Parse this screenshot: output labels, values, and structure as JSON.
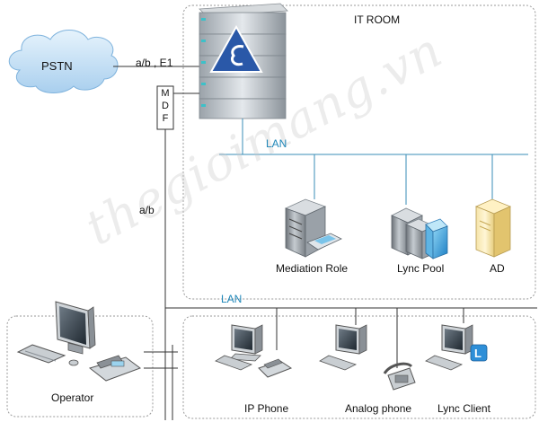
{
  "zones": {
    "it_room": {
      "title": "IT ROOM"
    }
  },
  "links": {
    "trunk_label": "a/b , E1",
    "analog_label": "a/b",
    "lan_top": "LAN",
    "lan_bottom": "LAN"
  },
  "nodes": {
    "pstn": "PSTN",
    "mdf": [
      "M",
      "D",
      "F"
    ],
    "mediation": "Mediation Role",
    "lync_pool": "Lync Pool",
    "ad": "AD",
    "operator": "Operator",
    "ip_phone": "IP Phone",
    "analog_phone": "Analog phone",
    "lync_client": "Lync Client"
  },
  "watermark": "thegioimang.vn",
  "colors": {
    "lan_line": "#3a8db7",
    "cable": "#333333",
    "zone_border": "#9a9a9a",
    "cloud": "#c9e3f7",
    "pbx_logo": "#2a58a8"
  }
}
